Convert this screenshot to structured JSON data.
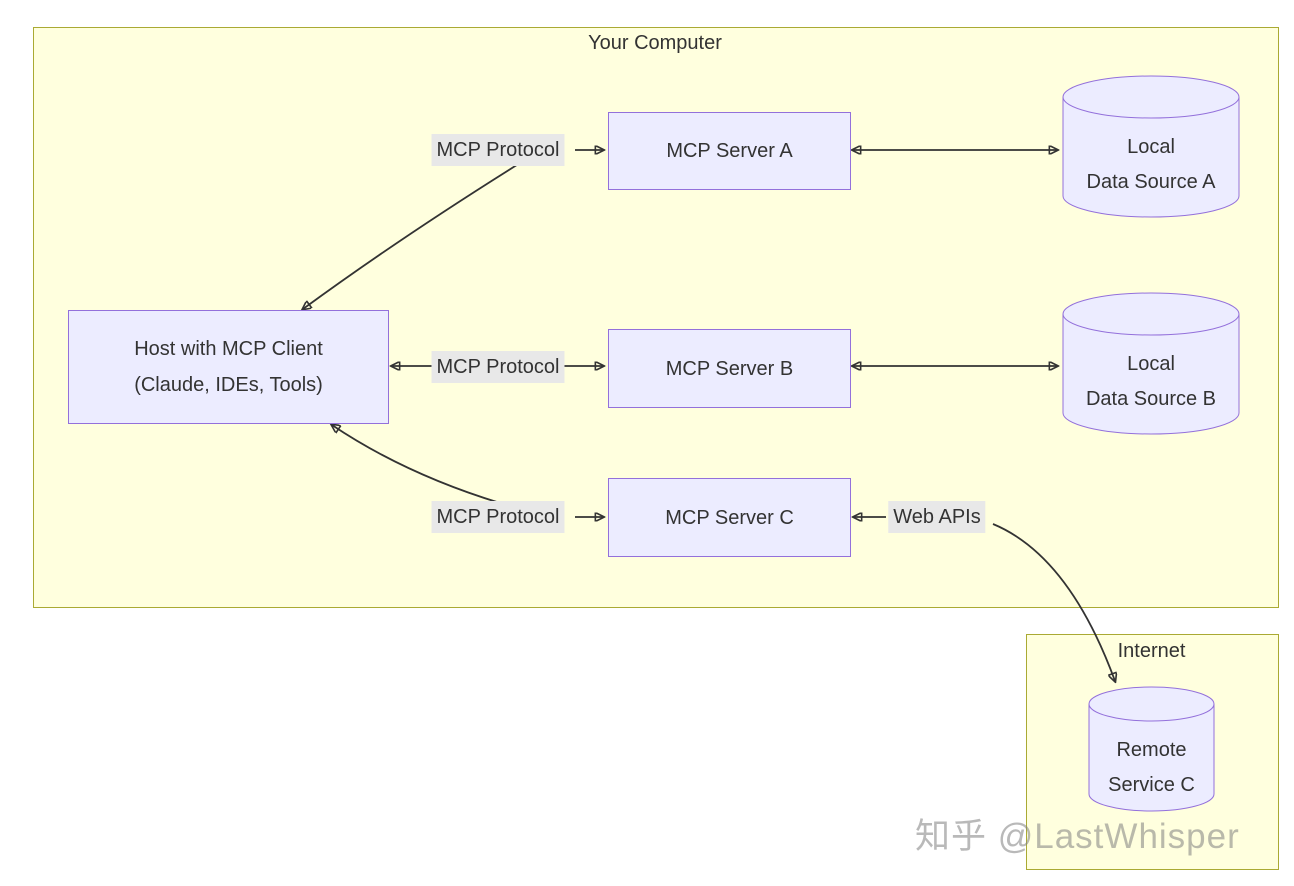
{
  "clusters": {
    "your_computer": {
      "title": "Your Computer"
    },
    "internet": {
      "title": "Internet"
    }
  },
  "nodes": {
    "host": {
      "line1": "Host with MCP Client",
      "line2": "(Claude, IDEs, Tools)"
    },
    "server_a": {
      "label": "MCP Server A"
    },
    "server_b": {
      "label": "MCP Server B"
    },
    "server_c": {
      "label": "MCP Server C"
    },
    "data_source_a": {
      "line1": "Local",
      "line2": "Data Source A"
    },
    "data_source_b": {
      "line1": "Local",
      "line2": "Data Source B"
    },
    "remote_service_c": {
      "line1": "Remote",
      "line2": "Service C"
    }
  },
  "edge_labels": {
    "mcp_a": "MCP Protocol",
    "mcp_b": "MCP Protocol",
    "mcp_c": "MCP Protocol",
    "web_apis": "Web APIs"
  },
  "watermark": "知乎 @LastWhisper",
  "colors": {
    "cluster_fill": "#ffffde",
    "cluster_border": "#aaaa33",
    "node_fill": "#ECECFF",
    "node_border": "#9370DB",
    "edge_color": "#333333",
    "label_bg": "#e8e8e8",
    "text_color": "#333333",
    "watermark_color": "#808080"
  }
}
